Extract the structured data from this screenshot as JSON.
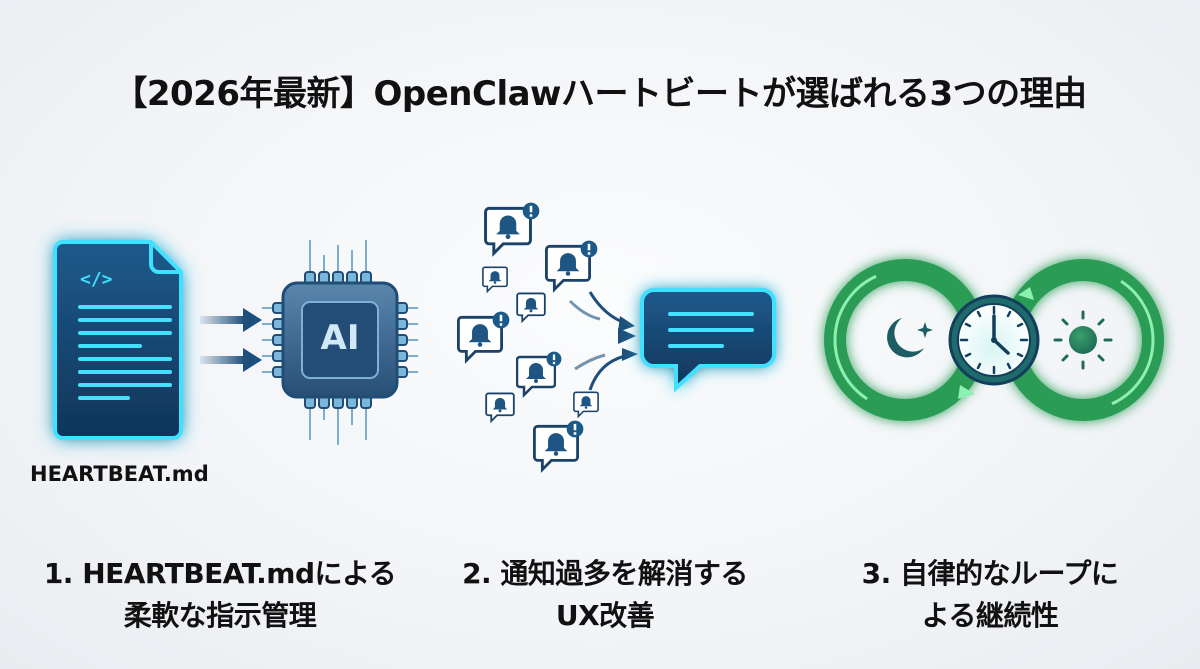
{
  "title": "【2026年最新】OpenClawハートビートが選ばれる3つの理由",
  "panel1": {
    "file_label": "HEARTBEAT.md",
    "chip_label": "AI",
    "caption_line1": "1. HEARTBEAT.mdによる",
    "caption_line2": "柔軟な指示管理"
  },
  "panel2": {
    "caption_line1": "2. 通知過多を解消する",
    "caption_line2": "UX改善"
  },
  "panel3": {
    "caption_line1": "3. 自律的なループに",
    "caption_line2": "よる継続性"
  },
  "colors": {
    "navy": "#0f3a63",
    "blue": "#1f5f8f",
    "cyan_glow": "#38d6f5",
    "green": "#2fa85a",
    "green_glow": "#7ef0a0"
  }
}
